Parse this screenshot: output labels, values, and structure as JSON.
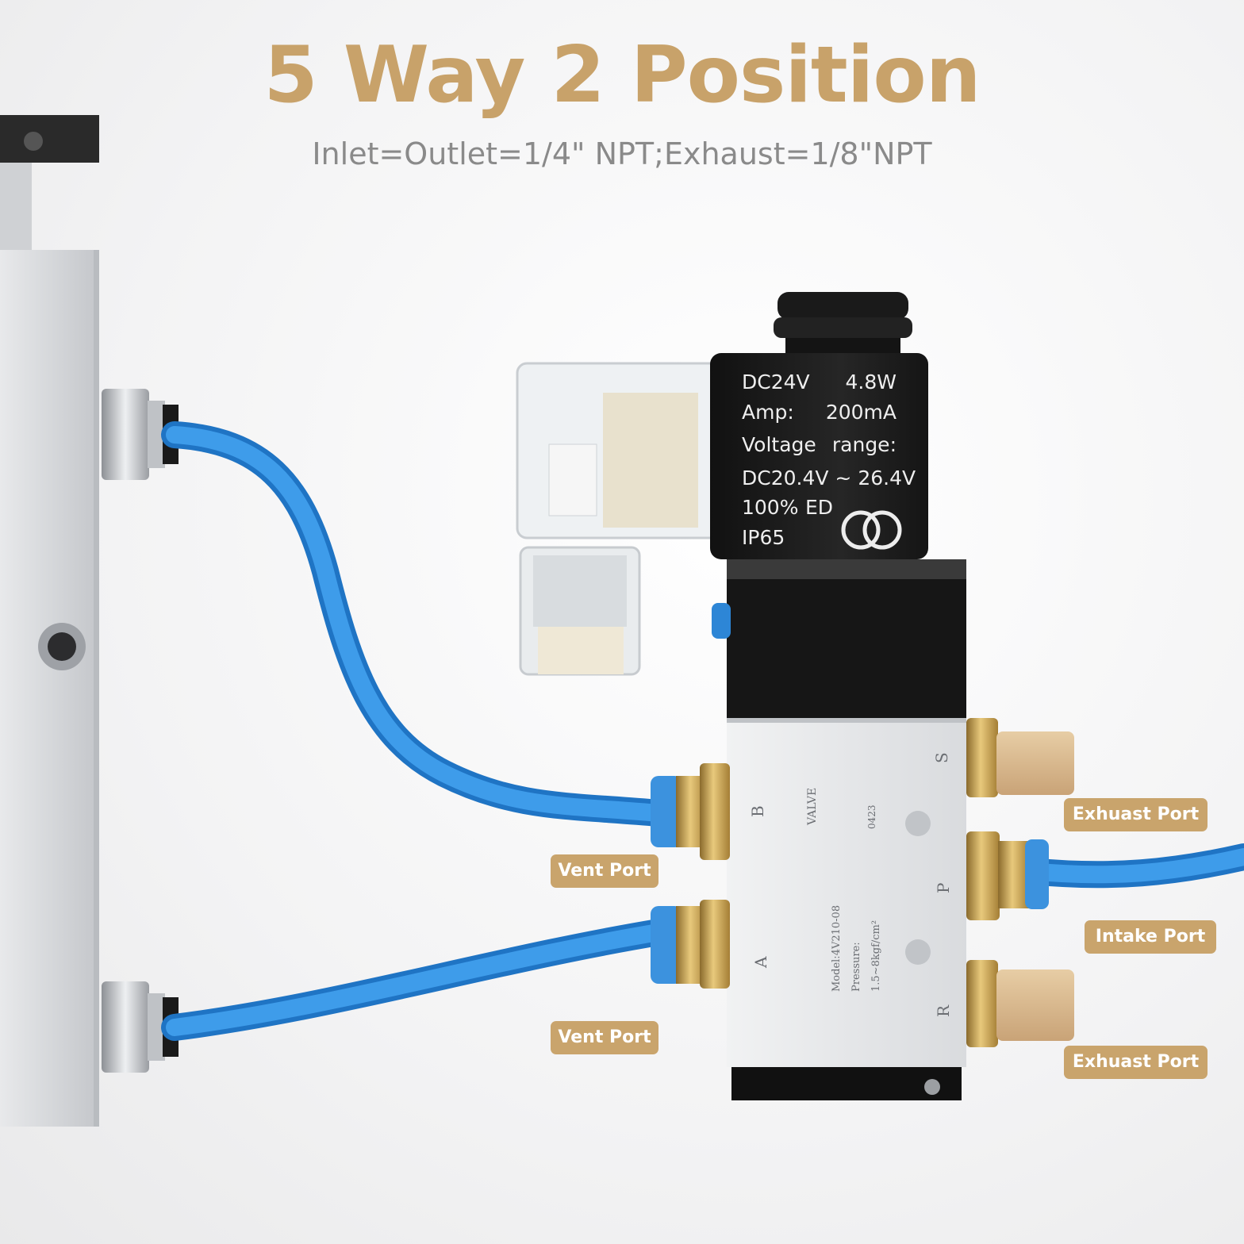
{
  "title": "5 Way 2 Position",
  "subtitle": "Inlet=Outlet=1/4\" NPT;Exhaust=1/8\"NPT",
  "colors": {
    "title": "#c8a26a",
    "subtitle": "#8a8a8a",
    "label_bg": "#c9a46c",
    "label_text": "#ffffff",
    "tubing": "#2f8fe0",
    "coil": "#1c1c1c",
    "aluminum": "#d8dadd",
    "brass": "#c9a253",
    "muffler": "#d9b98c"
  },
  "coil": {
    "lines": [
      {
        "left": "DC24V",
        "right": "4.8W"
      },
      {
        "left": "Amp:",
        "right": "200mA"
      },
      {
        "left": "Voltage",
        "right": "range:"
      },
      {
        "left": "DC20.4V ~ 26.4V",
        "right": ""
      },
      {
        "left": "100%",
        "right": "ED"
      },
      {
        "left": "IP65",
        "right": ""
      }
    ],
    "mark": "CE"
  },
  "valve_body": {
    "brand": "VALVE",
    "model": "Model:4V210-08",
    "pressure": "Pressure:",
    "range": "1.5~8kgf/cm²",
    "code": "0423",
    "ports": [
      "B",
      "A",
      "S",
      "P",
      "R"
    ]
  },
  "labels": {
    "vent_top": "Vent Port",
    "vent_bottom": "Vent Port",
    "exhaust_top": "Exhuast Port",
    "intake": "Intake Port",
    "exhaust_bottom": "Exhuast Port"
  }
}
